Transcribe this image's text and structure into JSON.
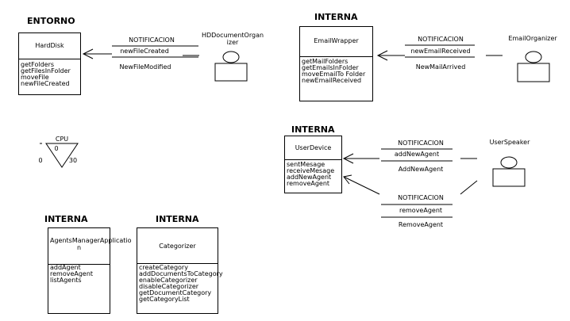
{
  "headers": {
    "entorno": "ENTORNO",
    "interna_email": "INTERNA",
    "interna_user": "INTERNA",
    "interna_agents": "INTERNA",
    "interna_categorizer": "INTERNA"
  },
  "classes": {
    "harddisk": {
      "name": "HardDisk",
      "ops": [
        "getFolders",
        "getFilesInFolder",
        "moveFile",
        "newFileCreated"
      ]
    },
    "emailwrapper": {
      "name": "EmailWrapper",
      "ops": [
        "getMailFolders",
        "getEmailsInFolder",
        "moveEmailTo Folder",
        "newEmailReceived"
      ]
    },
    "userdevice": {
      "name": "UserDevice",
      "ops": [
        "sentMesage",
        "receiveMesage",
        "addNewAgent",
        "removeAgent"
      ]
    },
    "agentsmanager": {
      "name": "AgentsManagerApplicatio\nn",
      "ops": [
        "addAgent",
        "removeAgent",
        "listAgents"
      ]
    },
    "categorizer": {
      "name": "Categorizer",
      "ops": [
        "createCategory",
        "addDocumentsToCategory",
        "enableCategorizer",
        "disableCategorizer",
        "getDocumentCategory",
        "getCategoryList"
      ]
    }
  },
  "actors": {
    "hddoc": "HDDocumentOrgan\nizer",
    "emailorg": "EmailOrganizer",
    "userspeaker": "UserSpeaker"
  },
  "messages": {
    "hd": {
      "kind": "NOTIFICACION",
      "method": "newFileCreated",
      "event": "NewFileModified"
    },
    "email": {
      "kind": "NOTIFICACION",
      "method": "newEmailReceived",
      "event": "NewMailArrived"
    },
    "user_add": {
      "kind": "NOTIFICACION",
      "method": "addNewAgent",
      "event": "AddNewAgent"
    },
    "user_remove": {
      "kind": "NOTIFICACION",
      "method": "removeAgent",
      "event": "RemoveAgent"
    }
  },
  "cpu": {
    "label": "CPU",
    "value": "0",
    "min": "0",
    "max": "30"
  }
}
